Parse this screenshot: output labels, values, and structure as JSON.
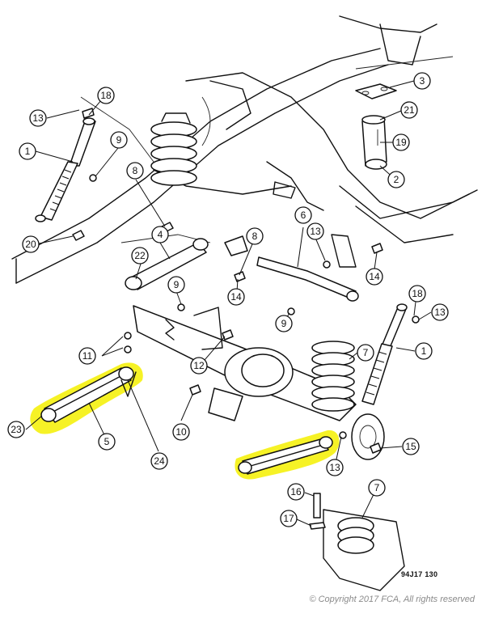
{
  "diagram": {
    "callouts": [
      {
        "id": "c13a",
        "label": "13"
      },
      {
        "id": "c18a",
        "label": "18"
      },
      {
        "id": "c1a",
        "label": "1"
      },
      {
        "id": "c9a",
        "label": "9"
      },
      {
        "id": "c8a",
        "label": "8"
      },
      {
        "id": "c20",
        "label": "20"
      },
      {
        "id": "c4",
        "label": "4"
      },
      {
        "id": "c22",
        "label": "22"
      },
      {
        "id": "c8b",
        "label": "8"
      },
      {
        "id": "c9b",
        "label": "9"
      },
      {
        "id": "c14a",
        "label": "14"
      },
      {
        "id": "c6",
        "label": "6"
      },
      {
        "id": "c13b",
        "label": "13"
      },
      {
        "id": "c14b",
        "label": "14"
      },
      {
        "id": "c9c",
        "label": "9"
      },
      {
        "id": "c11",
        "label": "11"
      },
      {
        "id": "c12",
        "label": "12"
      },
      {
        "id": "c10",
        "label": "10"
      },
      {
        "id": "c23",
        "label": "23"
      },
      {
        "id": "c5",
        "label": "5"
      },
      {
        "id": "c24",
        "label": "24"
      },
      {
        "id": "c3",
        "label": "3"
      },
      {
        "id": "c21",
        "label": "21"
      },
      {
        "id": "c19",
        "label": "19"
      },
      {
        "id": "c2",
        "label": "2"
      },
      {
        "id": "c18b",
        "label": "18"
      },
      {
        "id": "c13c",
        "label": "13"
      },
      {
        "id": "c1b",
        "label": "1"
      },
      {
        "id": "c7a",
        "label": "7"
      },
      {
        "id": "c15",
        "label": "15"
      },
      {
        "id": "c13d",
        "label": "13"
      },
      {
        "id": "c16",
        "label": "16"
      },
      {
        "id": "c17",
        "label": "17"
      },
      {
        "id": "c7b",
        "label": "7"
      }
    ],
    "figure_code": "94J17  130",
    "copyright": "© Copyright 2017 FCA, All rights reserved",
    "highlight_color": "#f4f000"
  }
}
